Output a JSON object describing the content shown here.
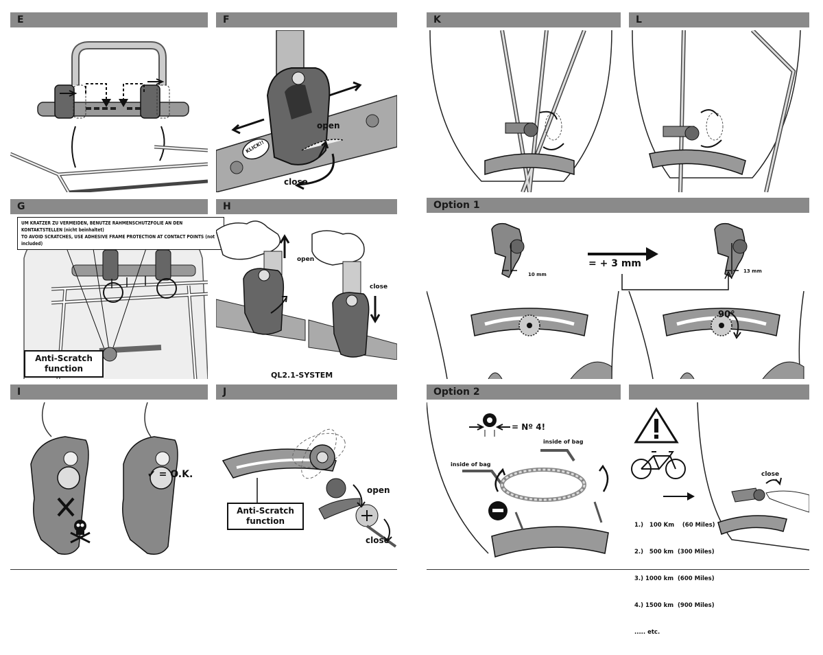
{
  "panels": {
    "E": {
      "label": "E"
    },
    "F": {
      "label": "F",
      "open": "open",
      "close": "close",
      "click": "KLICK!!"
    },
    "G": {
      "label": "G",
      "warning_de": "UM KRATZER ZU VERMEIDEN, BENUTZE RAHMENSCHUTZFOLIE AN DEN KONTAKTSTELLEN (nicht beinhaltet)",
      "warning_en": "TO AVOID SCRATCHES, USE ADHESIVE FRAME PROTECTION AT CONTACT POINTS (not included)",
      "anti_scratch_line1": "Anti-Scratch",
      "anti_scratch_line2": "function"
    },
    "H": {
      "label": "H",
      "open": "open",
      "close": "close",
      "system": "QL2.1-SYSTEM"
    },
    "I": {
      "label": "I",
      "ok": "✔ = O.K."
    },
    "J": {
      "label": "J",
      "anti_scratch_line1": "Anti-Scratch",
      "anti_scratch_line2": "function",
      "open": "open",
      "close": "close"
    },
    "K": {
      "label": "K"
    },
    "L": {
      "label": "L"
    },
    "option1": {
      "label": "Option 1",
      "left_mm": "10 mm",
      "right_mm": "13 mm",
      "change": "= + 3 mm",
      "angle": "90°"
    },
    "option2": {
      "label": "Option 2",
      "no4": "= Nº 4!",
      "inside_left": "inside of bag",
      "inside_right": "inside of bag"
    },
    "option2b": {
      "label": "",
      "close": "close",
      "intervals": [
        "1.)   100 Km    (60 Miles)",
        "2.)   500 km  (300 Miles)",
        "3.) 1000 km  (600 Miles)",
        "4.) 1500 km  (900 Miles)",
        "..... etc."
      ]
    }
  }
}
